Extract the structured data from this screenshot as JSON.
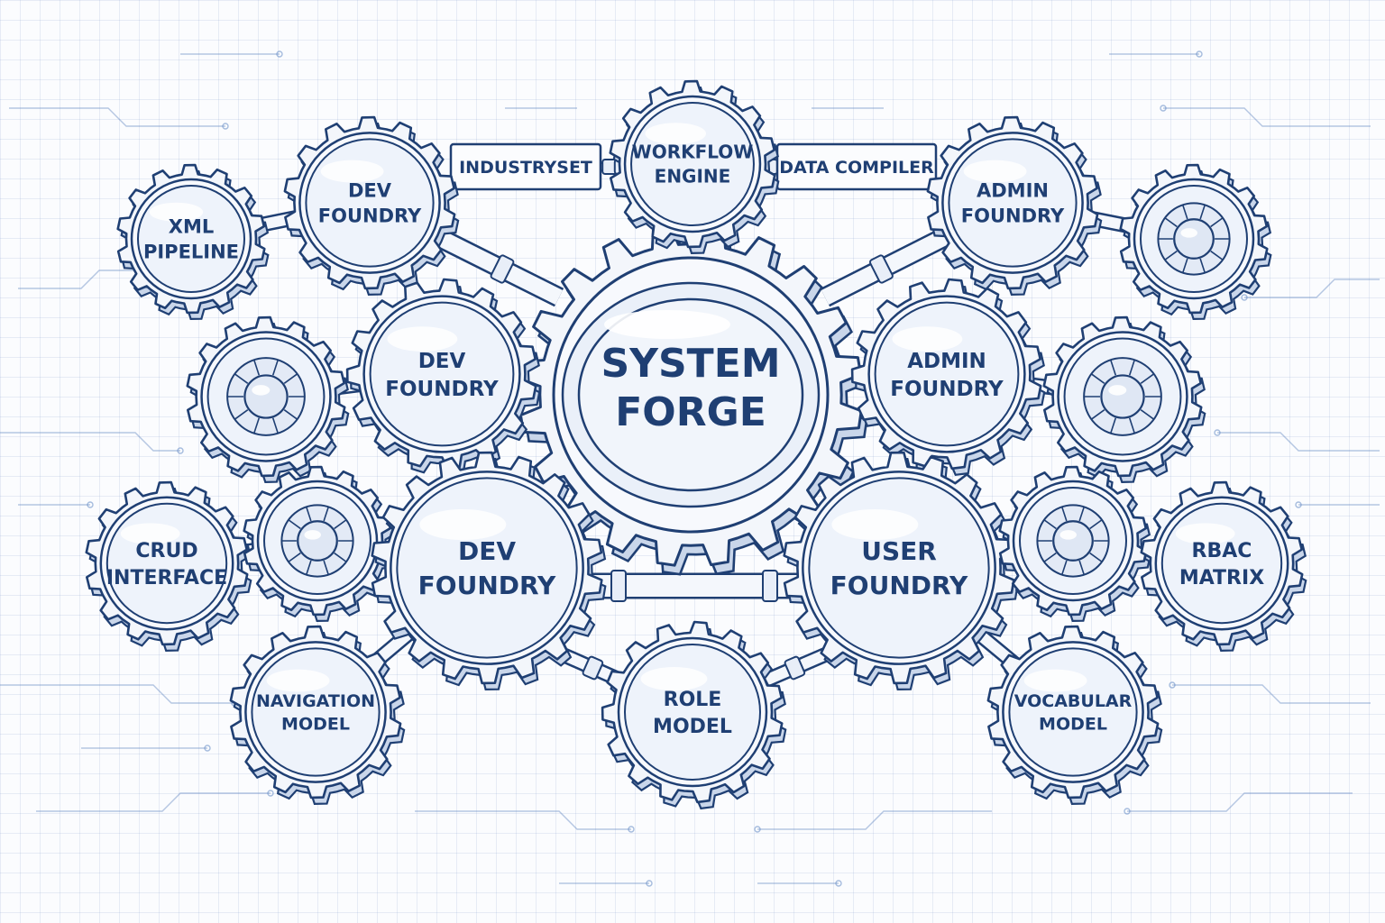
{
  "colors": {
    "ink": "#1f3f73",
    "ink_light": "#5f86c2",
    "face": "#eef3fb",
    "paper": "#fbfcfe"
  },
  "core": {
    "line1": "SYSTEM",
    "line2": "FORGE"
  },
  "label_boxes": {
    "industryset": "INDUSTRYSET",
    "data_compiler": "DATA COMPILER"
  },
  "gears": [
    {
      "id": "xml-pipeline",
      "lines": [
        "XML",
        "PIPELINE"
      ]
    },
    {
      "id": "dev-foundry-top",
      "lines": [
        "DEV",
        "FOUNDRY"
      ]
    },
    {
      "id": "workflow-engine",
      "lines": [
        "WORKFLOW",
        "ENGINE"
      ]
    },
    {
      "id": "admin-foundry-top",
      "lines": [
        "ADMIN",
        "FOUNDRY"
      ]
    },
    {
      "id": "hub-top-right",
      "lines": []
    },
    {
      "id": "hub-mid-left",
      "lines": []
    },
    {
      "id": "dev-foundry-mid",
      "lines": [
        "DEV",
        "FOUNDRY"
      ]
    },
    {
      "id": "admin-foundry-mid",
      "lines": [
        "ADMIN",
        "FOUNDRY"
      ]
    },
    {
      "id": "hub-mid-right",
      "lines": []
    },
    {
      "id": "crud-interface",
      "lines": [
        "CRUD",
        "INTERFACE"
      ]
    },
    {
      "id": "hub-low-left",
      "lines": []
    },
    {
      "id": "dev-foundry-low",
      "lines": [
        "DEV",
        "FOUNDRY"
      ]
    },
    {
      "id": "user-foundry",
      "lines": [
        "USER",
        "FOUNDRY"
      ]
    },
    {
      "id": "hub-low-right",
      "lines": []
    },
    {
      "id": "rbac-matrix",
      "lines": [
        "RBAC",
        "MATRIX"
      ]
    },
    {
      "id": "navigation-model",
      "lines": [
        "NAVIGATION",
        "MODEL"
      ]
    },
    {
      "id": "role-model",
      "lines": [
        "ROLE",
        "MODEL"
      ]
    },
    {
      "id": "vocabular-model",
      "lines": [
        "VOCABULAR",
        "MODEL"
      ]
    }
  ]
}
